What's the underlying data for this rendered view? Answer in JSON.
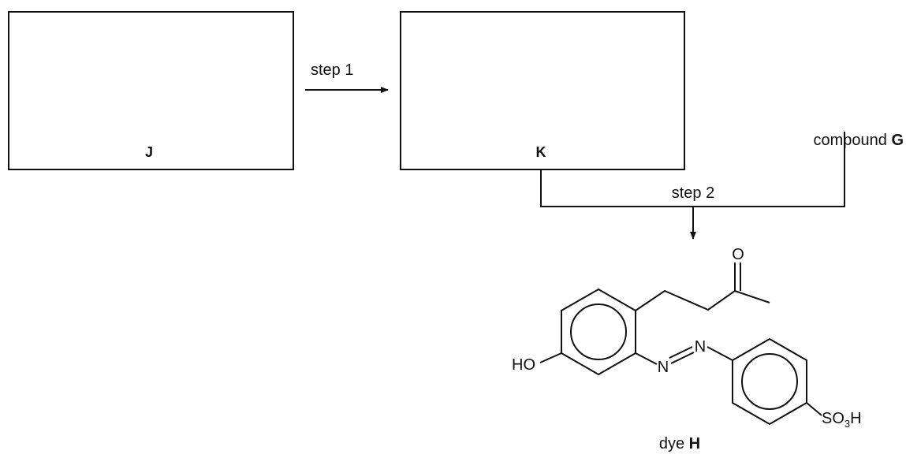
{
  "box_j": {
    "label": "J"
  },
  "box_k": {
    "label": "K"
  },
  "step1": {
    "label": "step 1"
  },
  "step2": {
    "label": "step 2"
  },
  "compound_g": {
    "prefix": "compound ",
    "letter": "G"
  },
  "dye": {
    "prefix": "dye ",
    "letter": "H",
    "atoms": {
      "oxygen": "O",
      "hydroxyl": "HO",
      "nitrogen_1": "N",
      "nitrogen_2": "N",
      "sulfonic_main": "SO",
      "sulfonic_sub": "3",
      "sulfonic_h": "H"
    }
  }
}
